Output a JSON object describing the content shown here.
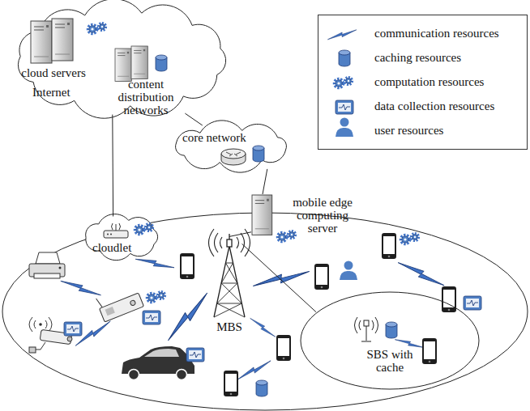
{
  "diagram": {
    "nodes": [
      {
        "text": [
          "Internet"
        ]
      },
      {
        "text": [
          "cloud servers"
        ],
        "in": 0
      },
      {
        "text": [
          "content distribution networks"
        ],
        "in": 0
      },
      {
        "text": [
          "core network"
        ]
      },
      {
        "text": [
          "mobile edge computing server"
        ]
      },
      {
        "text": [
          "cloudlet"
        ]
      },
      {
        "text": [
          "MBS"
        ]
      },
      {
        "text": [
          "SBS with cache"
        ]
      }
    ],
    "edges": [
      {
        "from": 0,
        "to": 3,
        "arrow": "none"
      },
      {
        "from": 0,
        "to": 5,
        "arrow": "none"
      },
      {
        "from": 3,
        "to": 4,
        "arrow": "none"
      },
      {
        "from": 6,
        "to": 4,
        "arrow": "none"
      },
      {
        "from": 6,
        "to": 7,
        "arrow": "none"
      }
    ],
    "legend": [
      {
        "text": "communication resources"
      },
      {
        "text": "caching resources"
      },
      {
        "text": "computation resources"
      },
      {
        "text": "data collection resources"
      },
      {
        "text": "user resources"
      }
    ]
  }
}
